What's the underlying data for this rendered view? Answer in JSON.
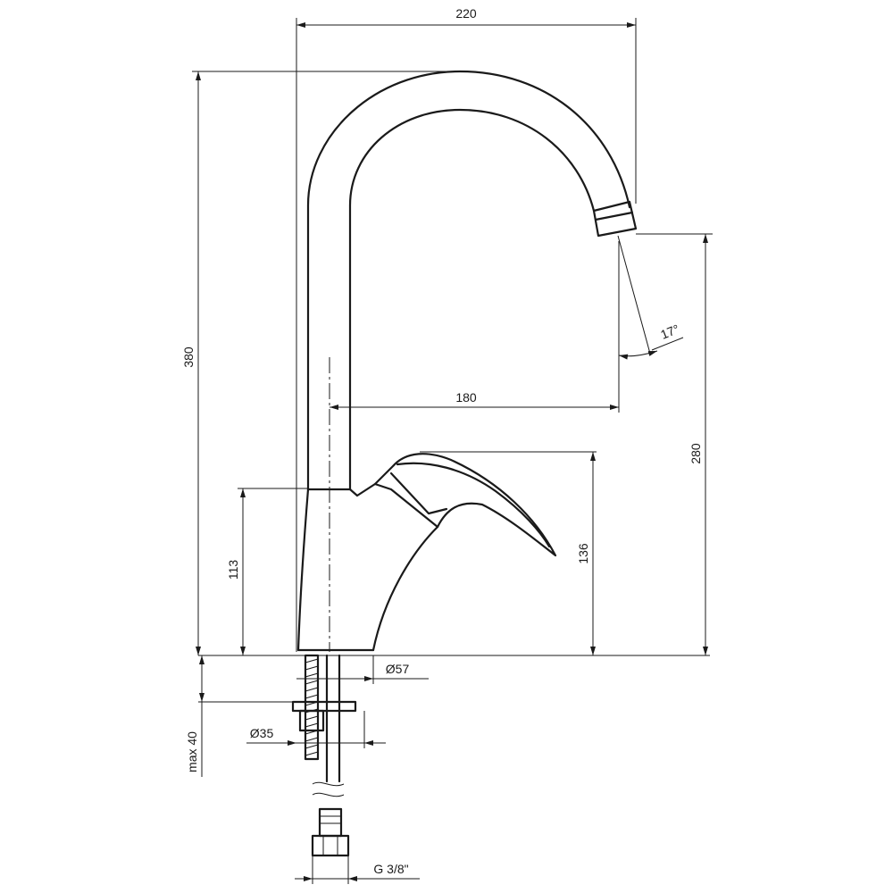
{
  "dimensions": {
    "width_total": "220",
    "height_total": "380",
    "spout_reach": "180",
    "spout_height": "280",
    "body_height": "113",
    "lever_height": "136",
    "base_diameter": "Ø57",
    "hole_diameter": "Ø35",
    "max_thickness": "max 40",
    "thread": "G 3/8\"",
    "angle": "17°"
  }
}
